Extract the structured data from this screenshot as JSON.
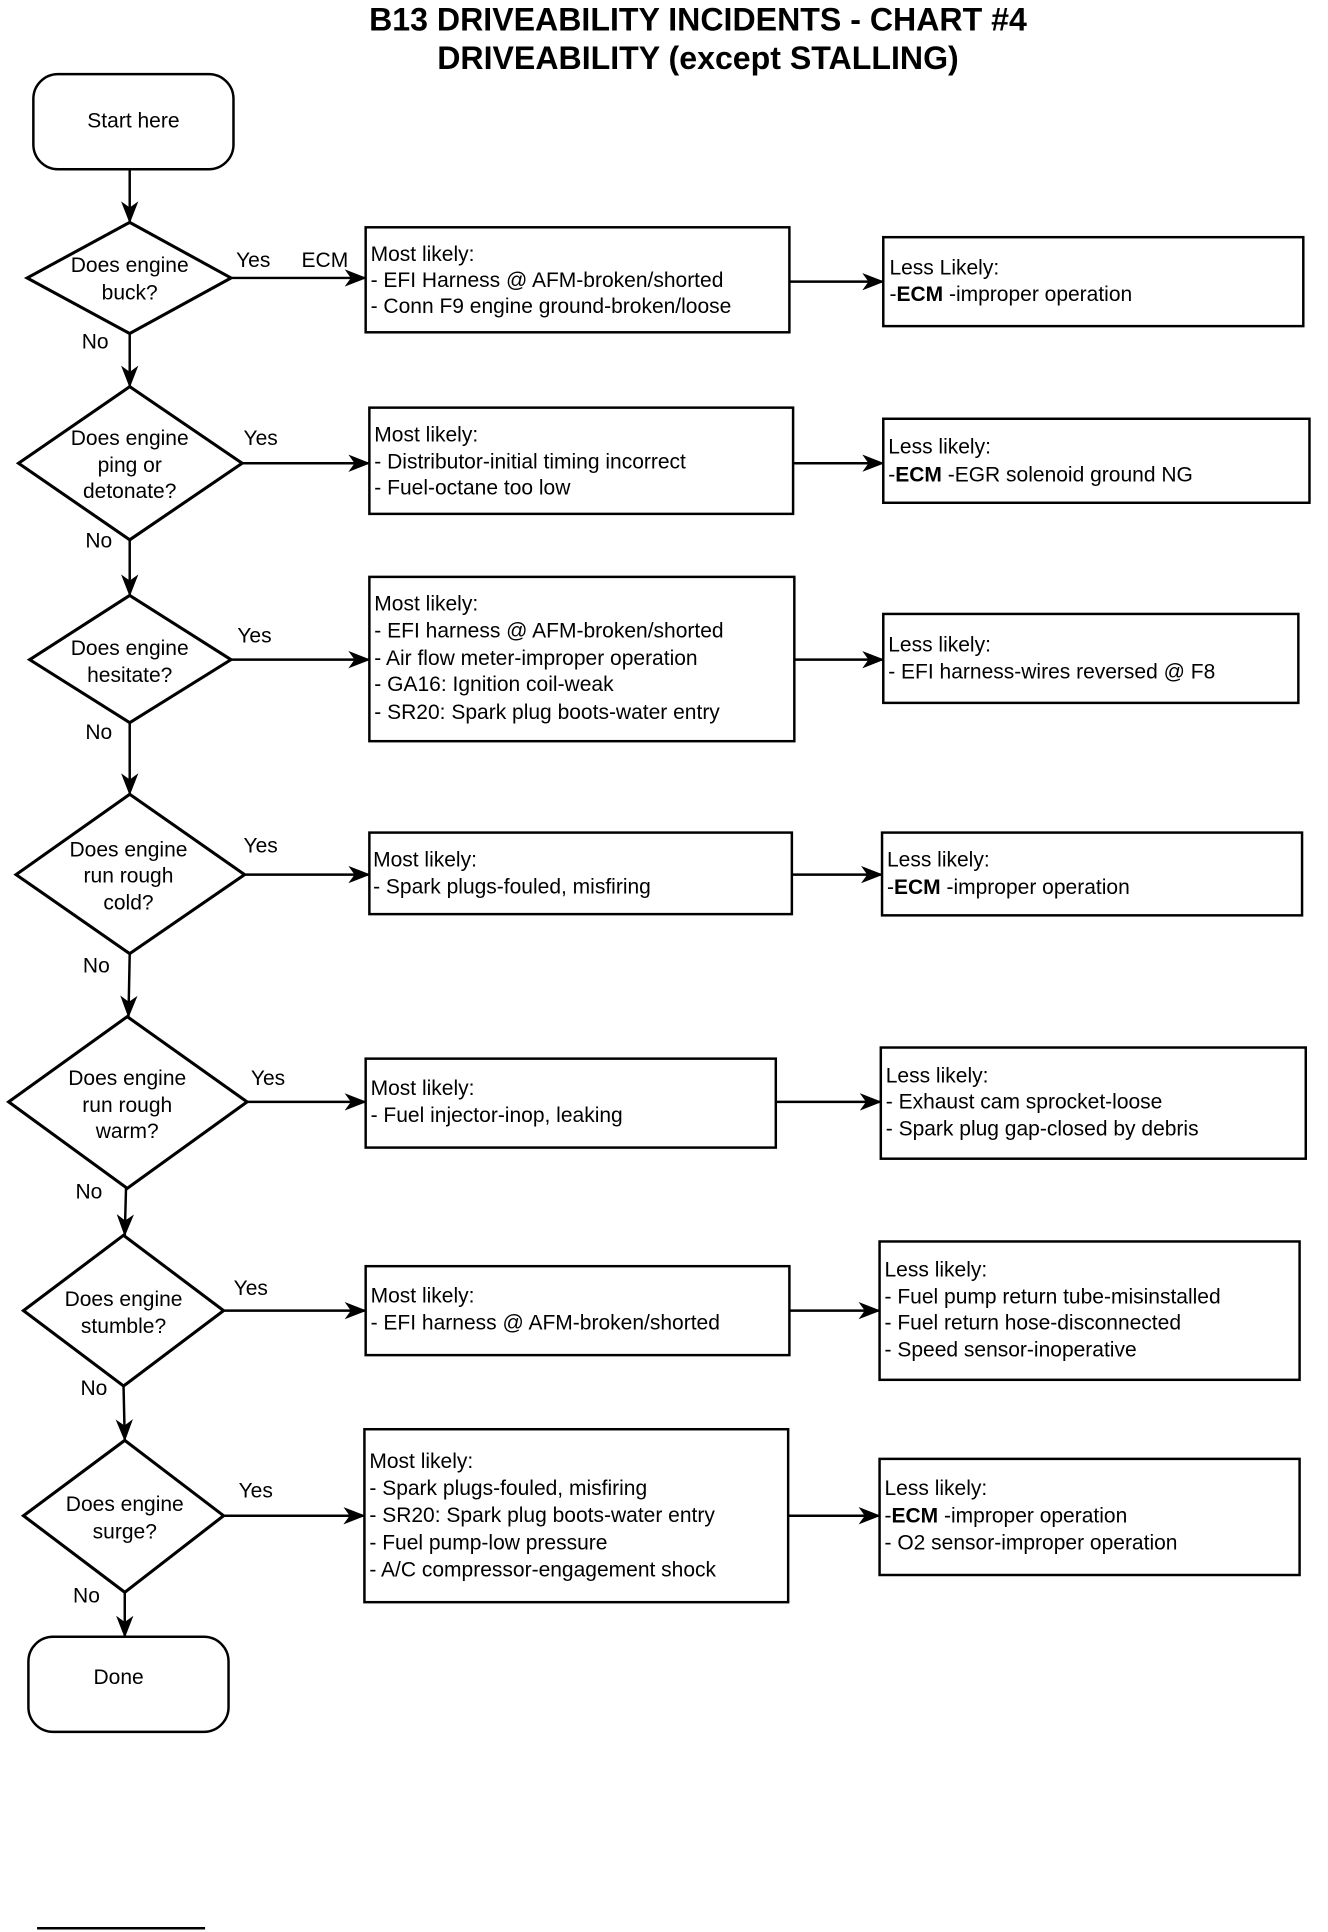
{
  "title": {
    "line1": "B13 DRIVEABILITY INCIDENTS - CHART #4",
    "line2": "DRIVEABILITY (except STALLING)"
  },
  "start_label": "Start here",
  "done_label": "Done",
  "steps": [
    {
      "question": [
        "Does engine",
        "buck?"
      ],
      "yes_label": "Yes",
      "yes_note": "ECM",
      "no_label": "No",
      "most_likely": {
        "heading": "Most likely:",
        "items": [
          "- EFI Harness @ AFM-broken/shorted",
          "- Conn F9 engine ground-broken/loose"
        ]
      },
      "less_likely": {
        "heading": "Less Likely:",
        "items": [
          {
            "prefix": "-",
            "emphasis": "ECM",
            "text": " -improper operation"
          }
        ]
      }
    },
    {
      "question": [
        "Does engine",
        "ping or",
        "detonate?"
      ],
      "yes_label": "Yes",
      "no_label": "No",
      "most_likely": {
        "heading": "Most likely:",
        "items": [
          "- Distributor-initial timing incorrect",
          "- Fuel-octane too low"
        ]
      },
      "less_likely": {
        "heading": "Less likely:",
        "items": [
          {
            "prefix": "-",
            "emphasis": "ECM",
            "text": " -EGR solenoid ground NG"
          }
        ]
      }
    },
    {
      "question": [
        "Does engine",
        "hesitate?"
      ],
      "yes_label": "Yes",
      "no_label": "No",
      "most_likely": {
        "heading": "Most likely:",
        "items": [
          "- EFI harness @ AFM-broken/shorted",
          "- Air flow meter-improper operation",
          "- GA16: Ignition coil-weak",
          "- SR20: Spark plug boots-water entry"
        ]
      },
      "less_likely": {
        "heading": "Less likely:",
        "items": [
          "- EFI harness-wires reversed @ F8"
        ]
      }
    },
    {
      "question": [
        "Does engine",
        "run rough",
        "cold?"
      ],
      "yes_label": "Yes",
      "no_label": "No",
      "most_likely": {
        "heading": "Most likely:",
        "items": [
          "- Spark plugs-fouled, misfiring"
        ]
      },
      "less_likely": {
        "heading": "Less likely:",
        "items": [
          {
            "prefix": "-",
            "emphasis": "ECM",
            "text": " -improper operation"
          }
        ]
      }
    },
    {
      "question": [
        "Does engine",
        "run rough",
        "warm?"
      ],
      "yes_label": "Yes",
      "no_label": "No",
      "most_likely": {
        "heading": "Most likely:",
        "items": [
          "- Fuel injector-inop, leaking"
        ]
      },
      "less_likely": {
        "heading": "Less likely:",
        "items": [
          "- Exhaust cam sprocket-loose",
          "- Spark plug gap-closed by debris"
        ]
      }
    },
    {
      "question": [
        "Does engine",
        "stumble?"
      ],
      "yes_label": "Yes",
      "no_label": "No",
      "most_likely": {
        "heading": "Most likely:",
        "items": [
          "- EFI harness @ AFM-broken/shorted"
        ]
      },
      "less_likely": {
        "heading": "Less likely:",
        "items": [
          "- Fuel pump return tube-misinstalled",
          "- Fuel return hose-disconnected",
          "- Speed sensor-inoperative"
        ]
      }
    },
    {
      "question": [
        "Does engine",
        "surge?"
      ],
      "yes_label": "Yes",
      "no_label": "No",
      "most_likely": {
        "heading": "Most likely:",
        "items": [
          "- Spark plugs-fouled, misfiring",
          "- SR20: Spark plug boots-water entry",
          "- Fuel pump-low pressure",
          "- A/C compressor-engagement shock"
        ]
      },
      "less_likely": {
        "heading": "Less likely:",
        "items": [
          {
            "prefix": "-",
            "emphasis": "ECM",
            "text": " -improper operation"
          },
          "- O2 sensor-improper operation"
        ]
      }
    }
  ]
}
